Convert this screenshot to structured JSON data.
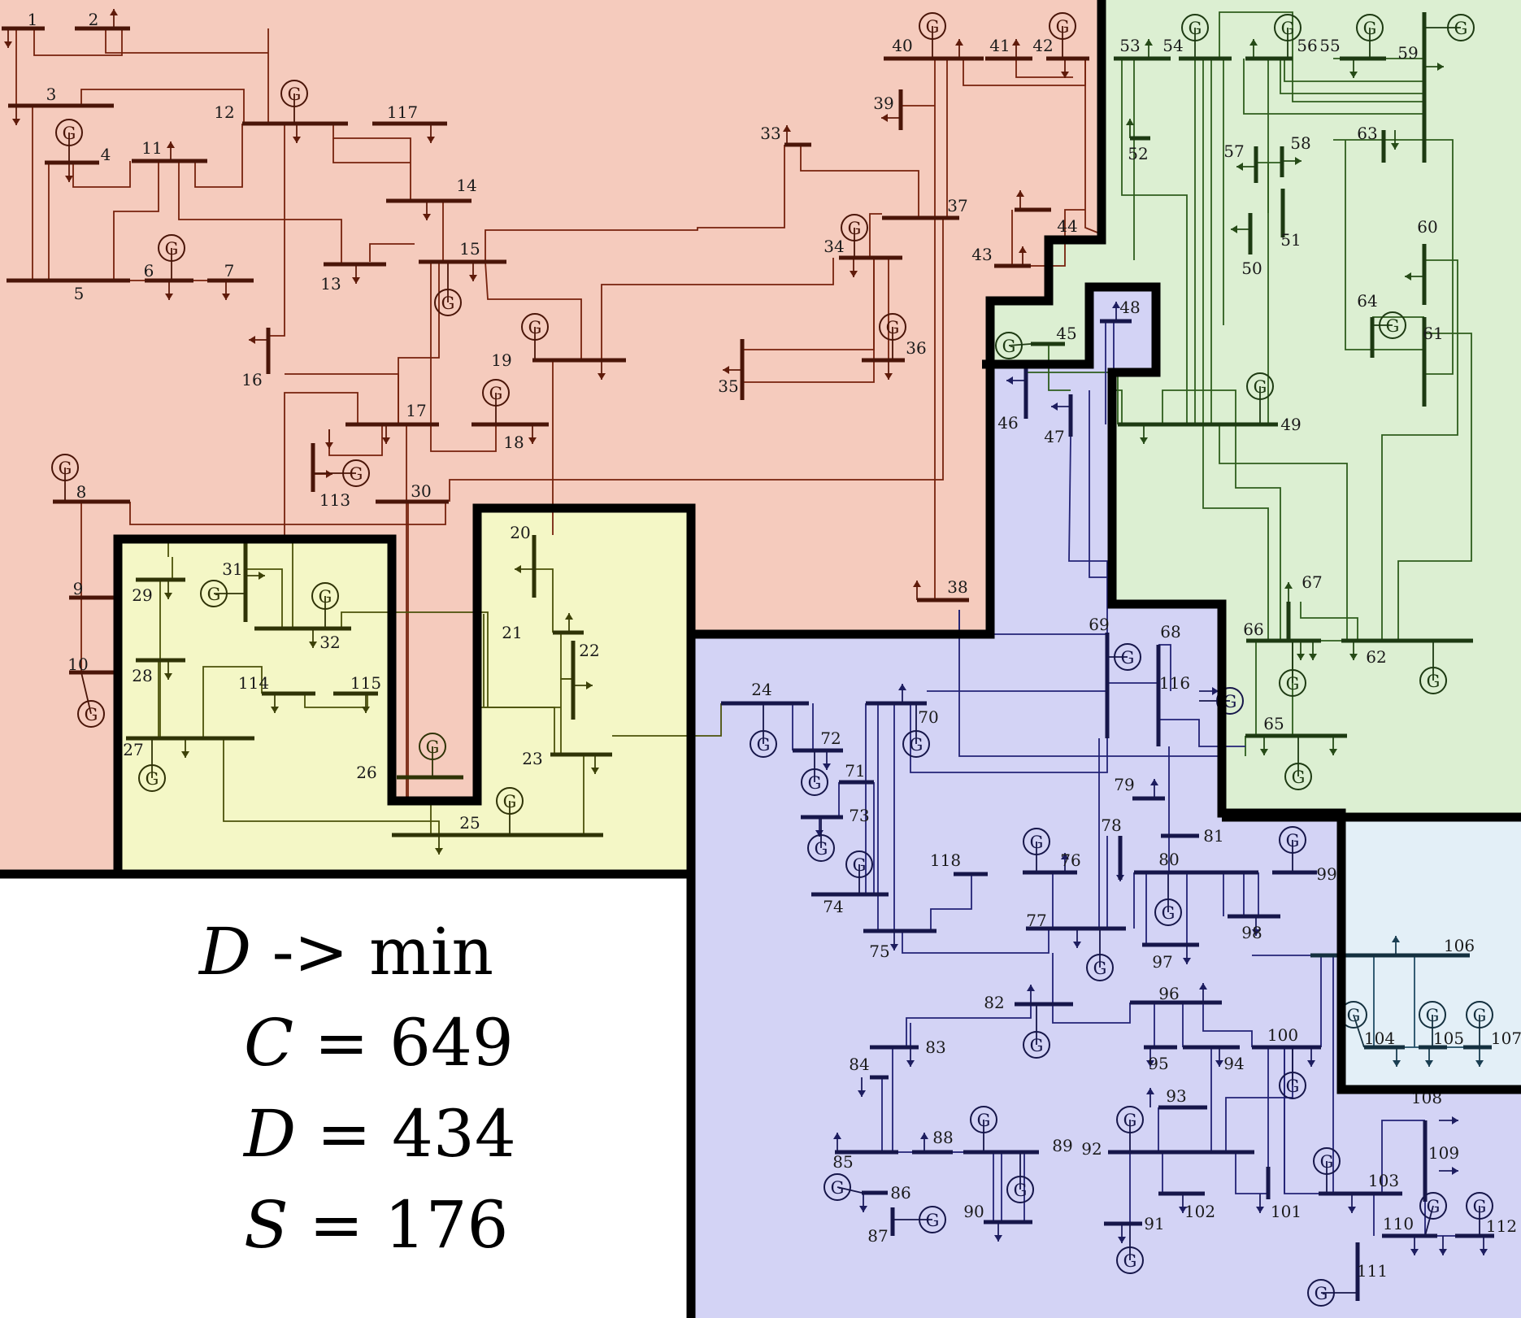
{
  "regions": [
    {
      "id": "red",
      "color": "#f5cbbd"
    },
    {
      "id": "yellow",
      "color": "#f4f7c6"
    },
    {
      "id": "blue",
      "color": "#d3d3f5"
    },
    {
      "id": "green",
      "color": "#dcefd2"
    },
    {
      "id": "cyan",
      "color": "#e3eff7"
    },
    {
      "id": "white",
      "color": "#ffffff"
    }
  ],
  "boundary_color": "#000000",
  "generator_symbol": "G",
  "buses": [
    "1",
    "2",
    "3",
    "4",
    "5",
    "6",
    "7",
    "8",
    "9",
    "10",
    "11",
    "12",
    "13",
    "14",
    "15",
    "16",
    "17",
    "18",
    "19",
    "20",
    "21",
    "22",
    "23",
    "24",
    "25",
    "26",
    "27",
    "28",
    "29",
    "30",
    "31",
    "32",
    "33",
    "34",
    "35",
    "36",
    "37",
    "38",
    "39",
    "40",
    "41",
    "42",
    "43",
    "44",
    "45",
    "46",
    "47",
    "48",
    "49",
    "50",
    "51",
    "52",
    "53",
    "54",
    "55",
    "56",
    "57",
    "58",
    "59",
    "60",
    "61",
    "62",
    "63",
    "64",
    "65",
    "66",
    "67",
    "68",
    "69",
    "70",
    "71",
    "72",
    "73",
    "74",
    "75",
    "76",
    "77",
    "78",
    "79",
    "80",
    "81",
    "82",
    "83",
    "84",
    "85",
    "86",
    "87",
    "88",
    "89",
    "90",
    "91",
    "92",
    "93",
    "94",
    "95",
    "96",
    "97",
    "98",
    "99",
    "100",
    "101",
    "102",
    "103",
    "104",
    "105",
    "106",
    "107",
    "108",
    "109",
    "110",
    "111",
    "112",
    "113",
    "114",
    "115",
    "116",
    "117",
    "118"
  ],
  "scores": {
    "objective": {
      "var": "D",
      "text": " -> min"
    },
    "c": {
      "var": "C",
      "text": " = 649"
    },
    "d": {
      "var": "D",
      "text": " = 434"
    },
    "s": {
      "var": "S",
      "text": " = 176"
    }
  }
}
